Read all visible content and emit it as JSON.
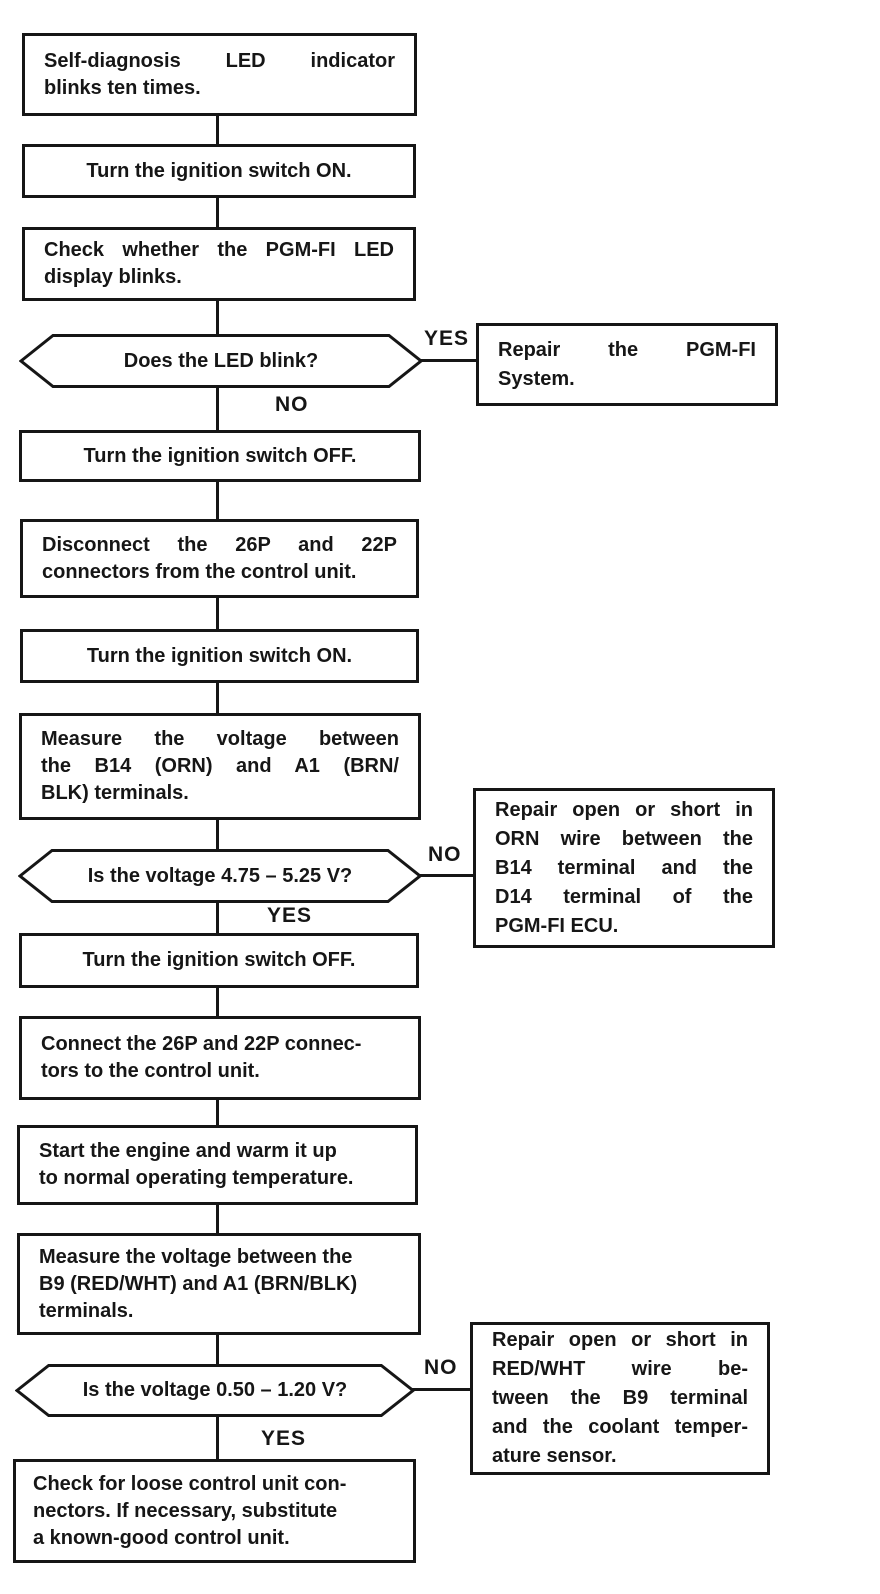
{
  "nodes": {
    "b1": {
      "lines": [
        "Self-diagnosis LED indicator",
        "blinks ten times."
      ]
    },
    "b2": {
      "lines": [
        "Turn the ignition switch ON."
      ]
    },
    "b3": {
      "lines": [
        "Check whether the PGM-FI LED",
        "display blinks."
      ]
    },
    "hex1": {
      "text": "Does the LED blink?"
    },
    "side1": {
      "lines": [
        "Repair the PGM-FI",
        "System."
      ]
    },
    "b4": {
      "lines": [
        "Turn the ignition switch OFF."
      ]
    },
    "b5": {
      "lines": [
        "Disconnect the 26P and 22P",
        "connectors from the control unit."
      ]
    },
    "b6": {
      "lines": [
        "Turn the ignition switch ON."
      ]
    },
    "b7": {
      "lines": [
        "Measure the voltage between",
        "the B14 (ORN) and A1 (BRN/",
        "BLK) terminals."
      ]
    },
    "hex2": {
      "text": "Is the voltage 4.75 – 5.25 V?"
    },
    "side2": {
      "lines": [
        "Repair open or short in",
        "ORN wire between the",
        "B14 terminal and the",
        "D14 terminal of the",
        "PGM-FI ECU."
      ]
    },
    "b8": {
      "lines": [
        "Turn the ignition switch OFF."
      ]
    },
    "b9": {
      "lines": [
        "Connect the 26P and 22P connec-",
        "tors to the control unit."
      ]
    },
    "b10": {
      "lines": [
        "Start the engine and warm it up",
        "to normal operating temperature."
      ]
    },
    "b11": {
      "lines": [
        "Measure the voltage between the",
        "B9 (RED/WHT) and A1 (BRN/BLK)",
        "terminals."
      ]
    },
    "hex3": {
      "text": "Is the voltage 0.50 – 1.20 V?"
    },
    "side3": {
      "lines": [
        "Repair open or short in",
        "RED/WHT wire be-",
        "tween the B9 terminal",
        "and the coolant temper-",
        "ature sensor."
      ]
    },
    "b12": {
      "lines": [
        "Check for loose control unit con-",
        "nectors. If necessary, substitute",
        "a known-good control unit."
      ]
    }
  },
  "labels": {
    "yes1": "YES",
    "no1": "NO",
    "no2": "NO",
    "yes2": "YES",
    "no3": "NO",
    "yes3": "YES"
  },
  "edges": [
    {
      "from": "decision-led-blink",
      "label": "YES",
      "to": "repair-pgmfi-system"
    },
    {
      "from": "decision-led-blink",
      "label": "NO",
      "to": "ignition-off-1"
    },
    {
      "from": "decision-voltage-475-525",
      "label": "NO",
      "to": "repair-orn-wire"
    },
    {
      "from": "decision-voltage-475-525",
      "label": "YES",
      "to": "ignition-off-2"
    },
    {
      "from": "decision-voltage-050-120",
      "label": "NO",
      "to": "repair-redwht-wire"
    },
    {
      "from": "decision-voltage-050-120",
      "label": "YES",
      "to": "check-loose-connectors"
    }
  ],
  "colors": {
    "ink": "#161616",
    "paper": "#ffffff"
  }
}
